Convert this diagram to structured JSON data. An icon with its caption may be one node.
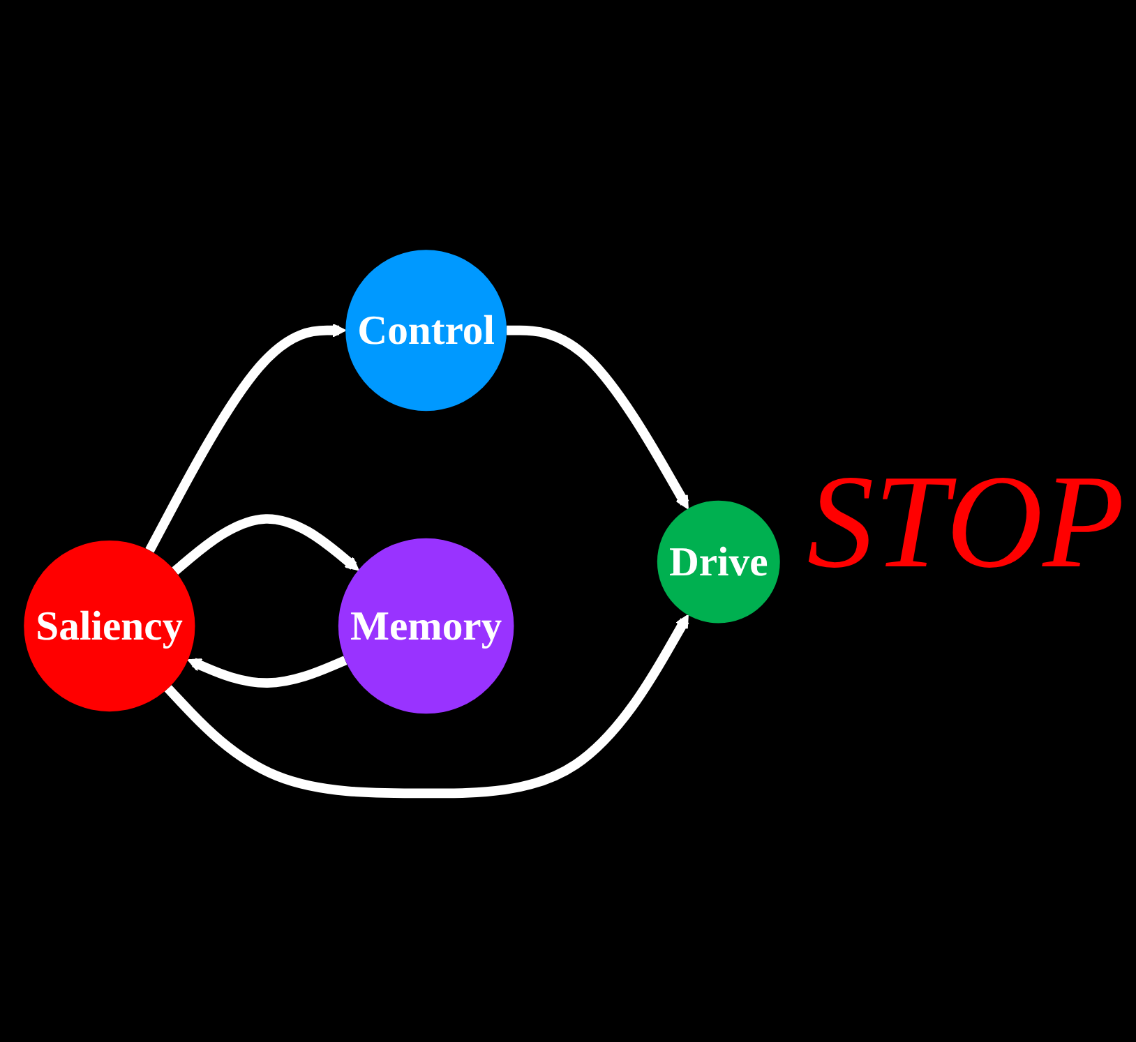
{
  "diagram": {
    "nodes": [
      {
        "text": [
          "Control"
        ]
      },
      {
        "text": [
          "Saliency"
        ]
      },
      {
        "text": [
          "Drive"
        ]
      },
      {
        "text": [
          "Memory"
        ]
      }
    ],
    "edges": [
      {
        "from": 1,
        "to": 0,
        "arrow": "to"
      },
      {
        "from": 0,
        "to": 2,
        "arrow": "to"
      },
      {
        "from": 1,
        "to": 2,
        "arrow": "to"
      },
      {
        "from": 1,
        "to": 3,
        "arrow": "to"
      },
      {
        "from": 3,
        "to": 1,
        "arrow": "to"
      }
    ],
    "labels": [
      "STOP"
    ]
  }
}
